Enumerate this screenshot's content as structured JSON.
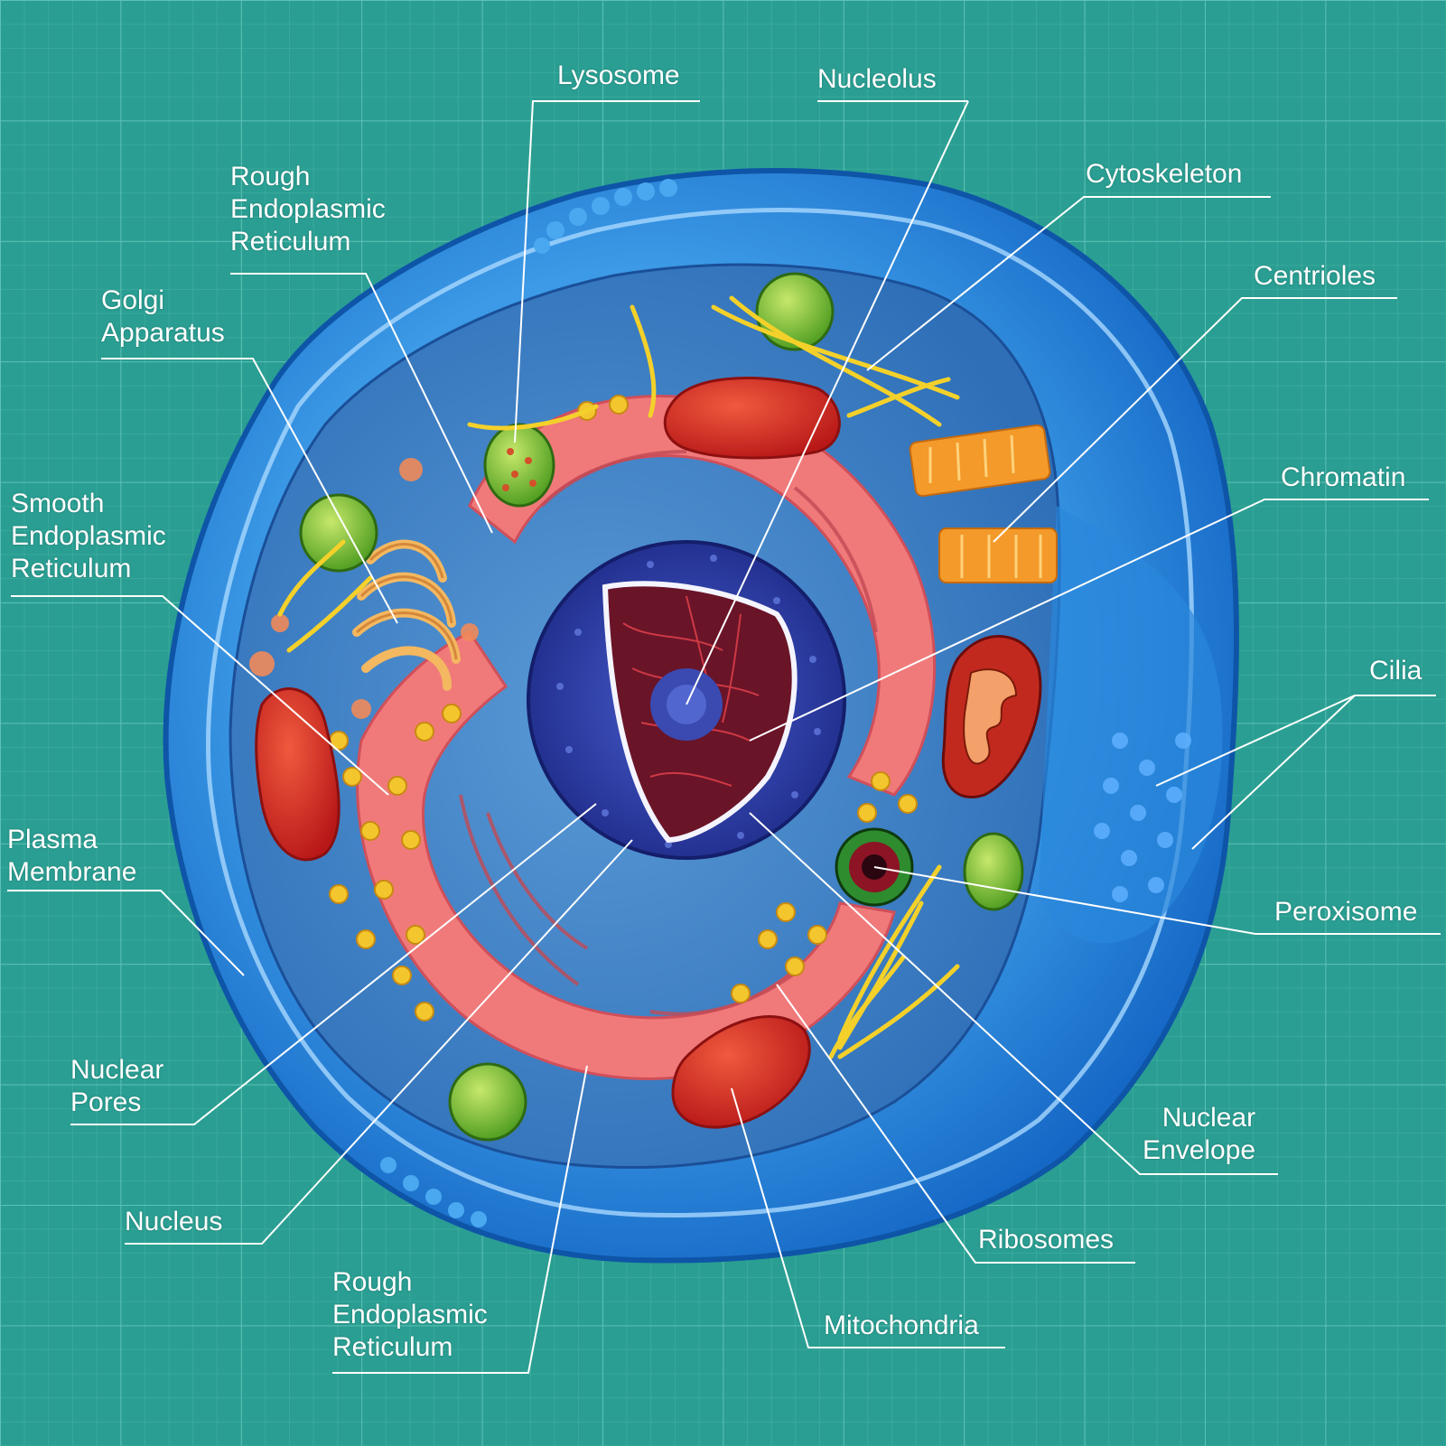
{
  "colors": {
    "background": "#2a9e92",
    "grid_line": "#4fb8ab",
    "membrane": "#1f7fd1",
    "cytoplasm": "#3d86c8",
    "endoplasmic_reticulum": "#f07878",
    "ribosome": "#f0c02a",
    "mitochondria": "#e23a2a",
    "golgi": "#f4b860",
    "lysosome": "#8cc43a",
    "centriole": "#f39a2a",
    "nucleus": "#2d3fa8",
    "nucleolus": "#b22a3a",
    "label_text": "#ffffff"
  },
  "labels": {
    "lysosome": "Lysosome",
    "nucleolus": "Nucleolus",
    "cytoskeleton": "Cytoskeleton",
    "centrioles": "Centrioles",
    "chromatin": "Chromatin",
    "cilia": "Cilia",
    "peroxisome": "Peroxisome",
    "nuclear_envelope": [
      "Nuclear",
      "Envelope"
    ],
    "ribosomes": "Ribosomes",
    "mitochondria": "Mitochondria",
    "rough_er_bottom": [
      "Rough",
      "Endoplasmic",
      "Reticulum"
    ],
    "nucleus": "Nucleus",
    "nuclear_pores": [
      "Nuclear",
      "Pores"
    ],
    "plasma_membrane": [
      "Plasma",
      "Membrane"
    ],
    "smooth_er": [
      "Smooth",
      "Endoplasmic",
      "Reticulum"
    ],
    "golgi": [
      "Golgi",
      "Apparatus"
    ],
    "rough_er_top": [
      "Rough",
      "Endoplasmic",
      "Reticulum"
    ]
  }
}
